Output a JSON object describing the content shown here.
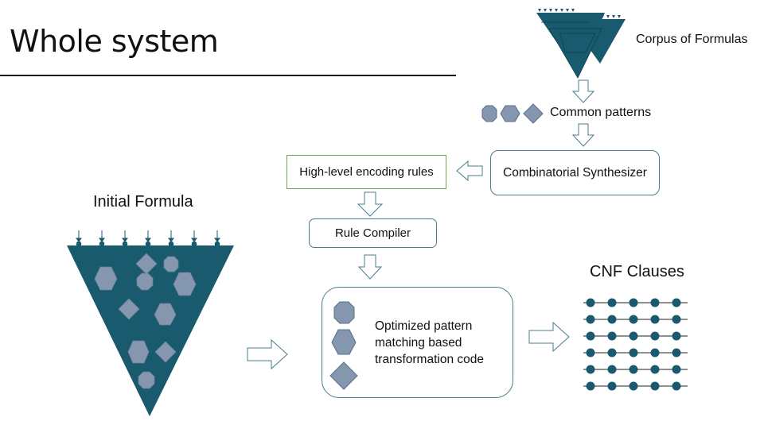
{
  "slide": {
    "title": "Whole system"
  },
  "corpus": {
    "label": "Corpus of Formulas",
    "icon": "stacked-inverted-triangles"
  },
  "common_patterns": {
    "label": "Common patterns",
    "shapes": [
      "octagon",
      "hexagon",
      "diamond"
    ]
  },
  "boxes": {
    "synthesizer": "Combinatorial Synthesizer",
    "encoding_rules": "High-level encoding rules",
    "rule_compiler": "Rule Compiler",
    "optimized_code_lines": [
      "Optimized pattern",
      "matching based",
      "transformation code"
    ]
  },
  "initial_formula": {
    "label": "Initial Formula",
    "input_arrows": 7
  },
  "cnf": {
    "label": "CNF Clauses",
    "rows": 6,
    "nodes_per_row": 5
  },
  "colors": {
    "primary_teal": "#195a6e",
    "shape_fill": "#8497ae",
    "shape_stroke": "#5a6e88",
    "arrow_stroke": "#4a7c8c",
    "box_border": "#4a7c8c",
    "encoding_box_border": "#70a050"
  }
}
